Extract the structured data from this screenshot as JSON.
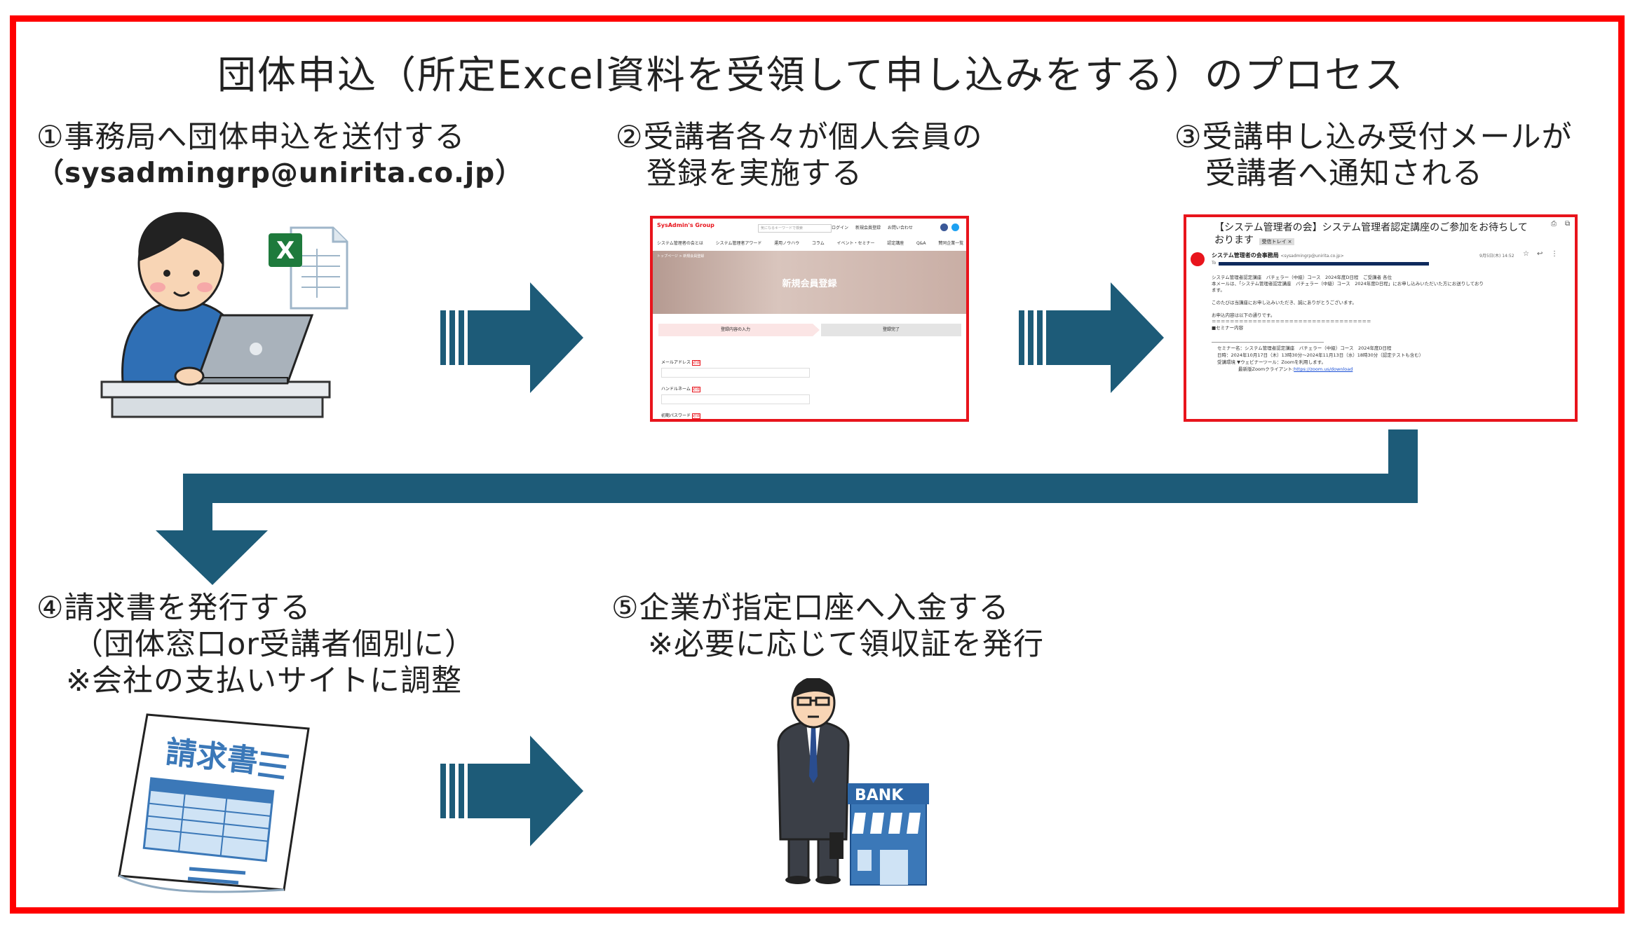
{
  "title": "団体申込（所定Excel資料を受領して申し込みをする）のプロセス",
  "steps": {
    "s1": {
      "line1": "①事務局へ団体申込を送付する",
      "line2": "（sysadmingrp@unirita.co.jp）"
    },
    "s2": {
      "line1": "②受講者各々が個人会員の",
      "line2": "登録を実施する"
    },
    "s3": {
      "line1": "③受講申し込み受付メールが",
      "line2": "受講者へ通知される"
    },
    "s4": {
      "line1": "④請求書を発行する",
      "line2": "（団体窓口or受講者個別に）",
      "line3": "※会社の支払いサイトに調整"
    },
    "s5": {
      "line1": "⑤企業が指定口座へ入金する",
      "line2": "※必要に応じて領収証を発行"
    }
  },
  "registration_screenshot": {
    "logo": "SysAdmin's Group",
    "search_placeholder": "気になるキーワードで検索",
    "header_links": [
      "ログイン",
      "新規会員登録",
      "お問い合わせ"
    ],
    "nav": [
      "システム管理者の会とは",
      "システム管理者アワード",
      "運用ノウハウ",
      "コラム",
      "イベント・セミナー",
      "認定講座",
      "Q&A",
      "賛同企業一覧"
    ],
    "breadcrumb": "トップページ > 新規会員登録",
    "hero_title": "新規会員登録",
    "progress": [
      "登録内容の入力",
      "登録完了"
    ],
    "fields": [
      "メールアドレス",
      "ハンドルネーム",
      "初期パスワード"
    ],
    "required_badge": "必須"
  },
  "email_screenshot": {
    "subject": "【システム管理者の会】システム管理者認定講座のご参加をお待ちして",
    "subject2": "おります",
    "inbox_tag": "受信トレイ ×",
    "sender": "システム管理者の会事務局",
    "sender_email": "<sysadmingrp@unirita.co.jp>",
    "date": "9月5日(木) 14:52",
    "to_prefix": "To",
    "body": [
      "システム管理者認定講座　バチェラー（中級）コース　2024年度D日程　ご受講者 各位",
      "",
      "本メールは、「システム管理者認定講座　バチェラー（中級）コース　2024年度D日程」にお申し込みいただいた方にお送りしており",
      "ます。",
      "",
      "このたびは当講座にお申し込みいただき、誠にありがとうございます。",
      "",
      "お申込内容は以下の通りです。",
      "＝＝＝＝＝＝＝＝＝＝＝＝＝＝＝＝＝＝＝＝＝＝＝＝＝＝＝＝＝＝＝＝＝＝＝",
      "■セミナー内容"
    ],
    "details": [
      "セミナー名：システム管理者認定講座　バチェラー（中級）コース　2024年度D日程",
      "日時：2024年10月17日（木）13時30分〜2024年11月13日（水）18時30分（認定テストも含む）",
      "受講環境 ▼ウェビナーツール：Zoomを利用します。"
    ],
    "zoom_label": "最新版Zoomクライアント:",
    "zoom_link": "https://zoom.us/download"
  },
  "illustrations": {
    "invoice_label": "請求書",
    "bank_label": "BANK"
  },
  "colors": {
    "frame": "#ff0000",
    "arrow": "#1d5b78",
    "screenshot_border": "#e8141c"
  }
}
